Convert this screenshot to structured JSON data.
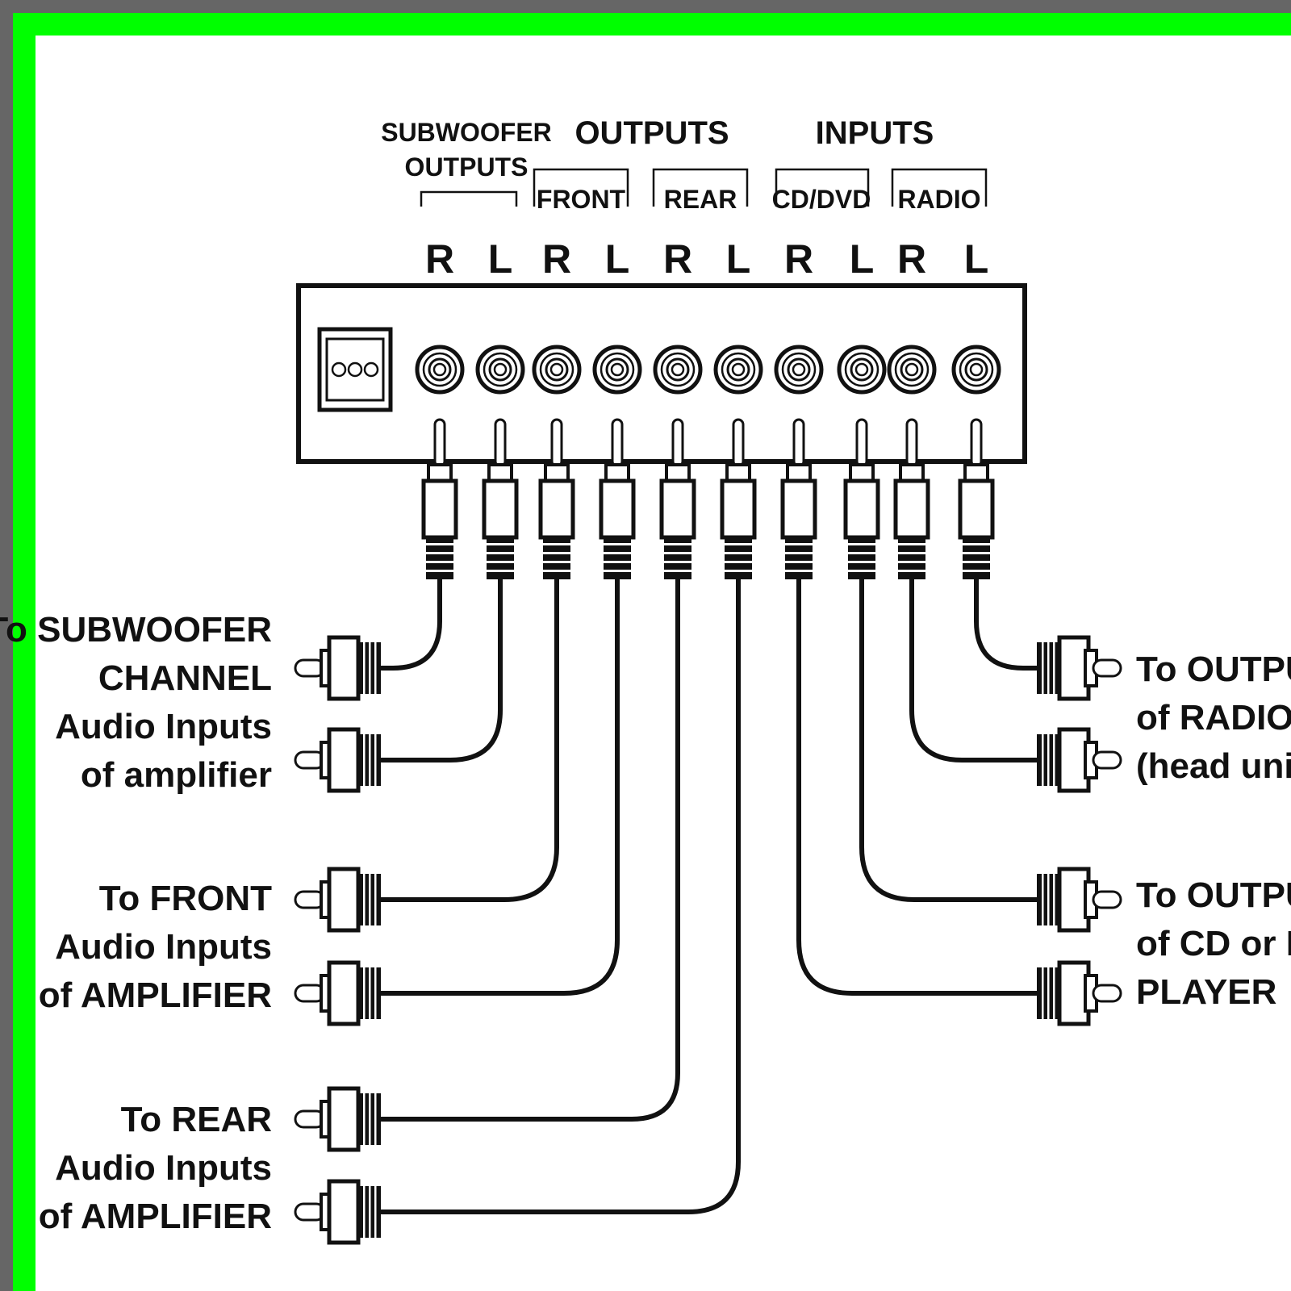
{
  "colors": {
    "border_outer": "#666666",
    "border_green": "#00ff00",
    "background": "#ffffff",
    "ink": "#111111"
  },
  "header": {
    "subwoofer_line1": "SUBWOOFER",
    "subwoofer_line2": "OUTPUTS",
    "outputs": "OUTPUTS",
    "inputs": "INPUTS",
    "front": "FRONT",
    "rear": "REAR",
    "cd_dvd": "CD/DVD",
    "radio": "RADIO"
  },
  "channels": [
    "R",
    "L",
    "R",
    "L",
    "R",
    "L",
    "R",
    "L",
    "R",
    "L"
  ],
  "left_labels": {
    "subwoofer": [
      "To SUBWOOFER",
      "CHANNEL",
      "Audio Inputs",
      "of amplifier"
    ],
    "front": [
      "To FRONT",
      "Audio Inputs",
      "of AMPLIFIER"
    ],
    "rear": [
      "To REAR",
      "Audio Inputs",
      "of AMPLIFIER"
    ]
  },
  "right_labels": {
    "radio": [
      "To OUTPUTS",
      "of RADIO",
      "(head unit)"
    ],
    "cd": [
      "To OUTPUTS",
      "of CD or DVD",
      "PLAYER"
    ]
  },
  "icons": {
    "power_connector": "power-connector-icon",
    "rca_jack": "rca-jack-icon",
    "rca_plug": "rca-plug-icon"
  }
}
